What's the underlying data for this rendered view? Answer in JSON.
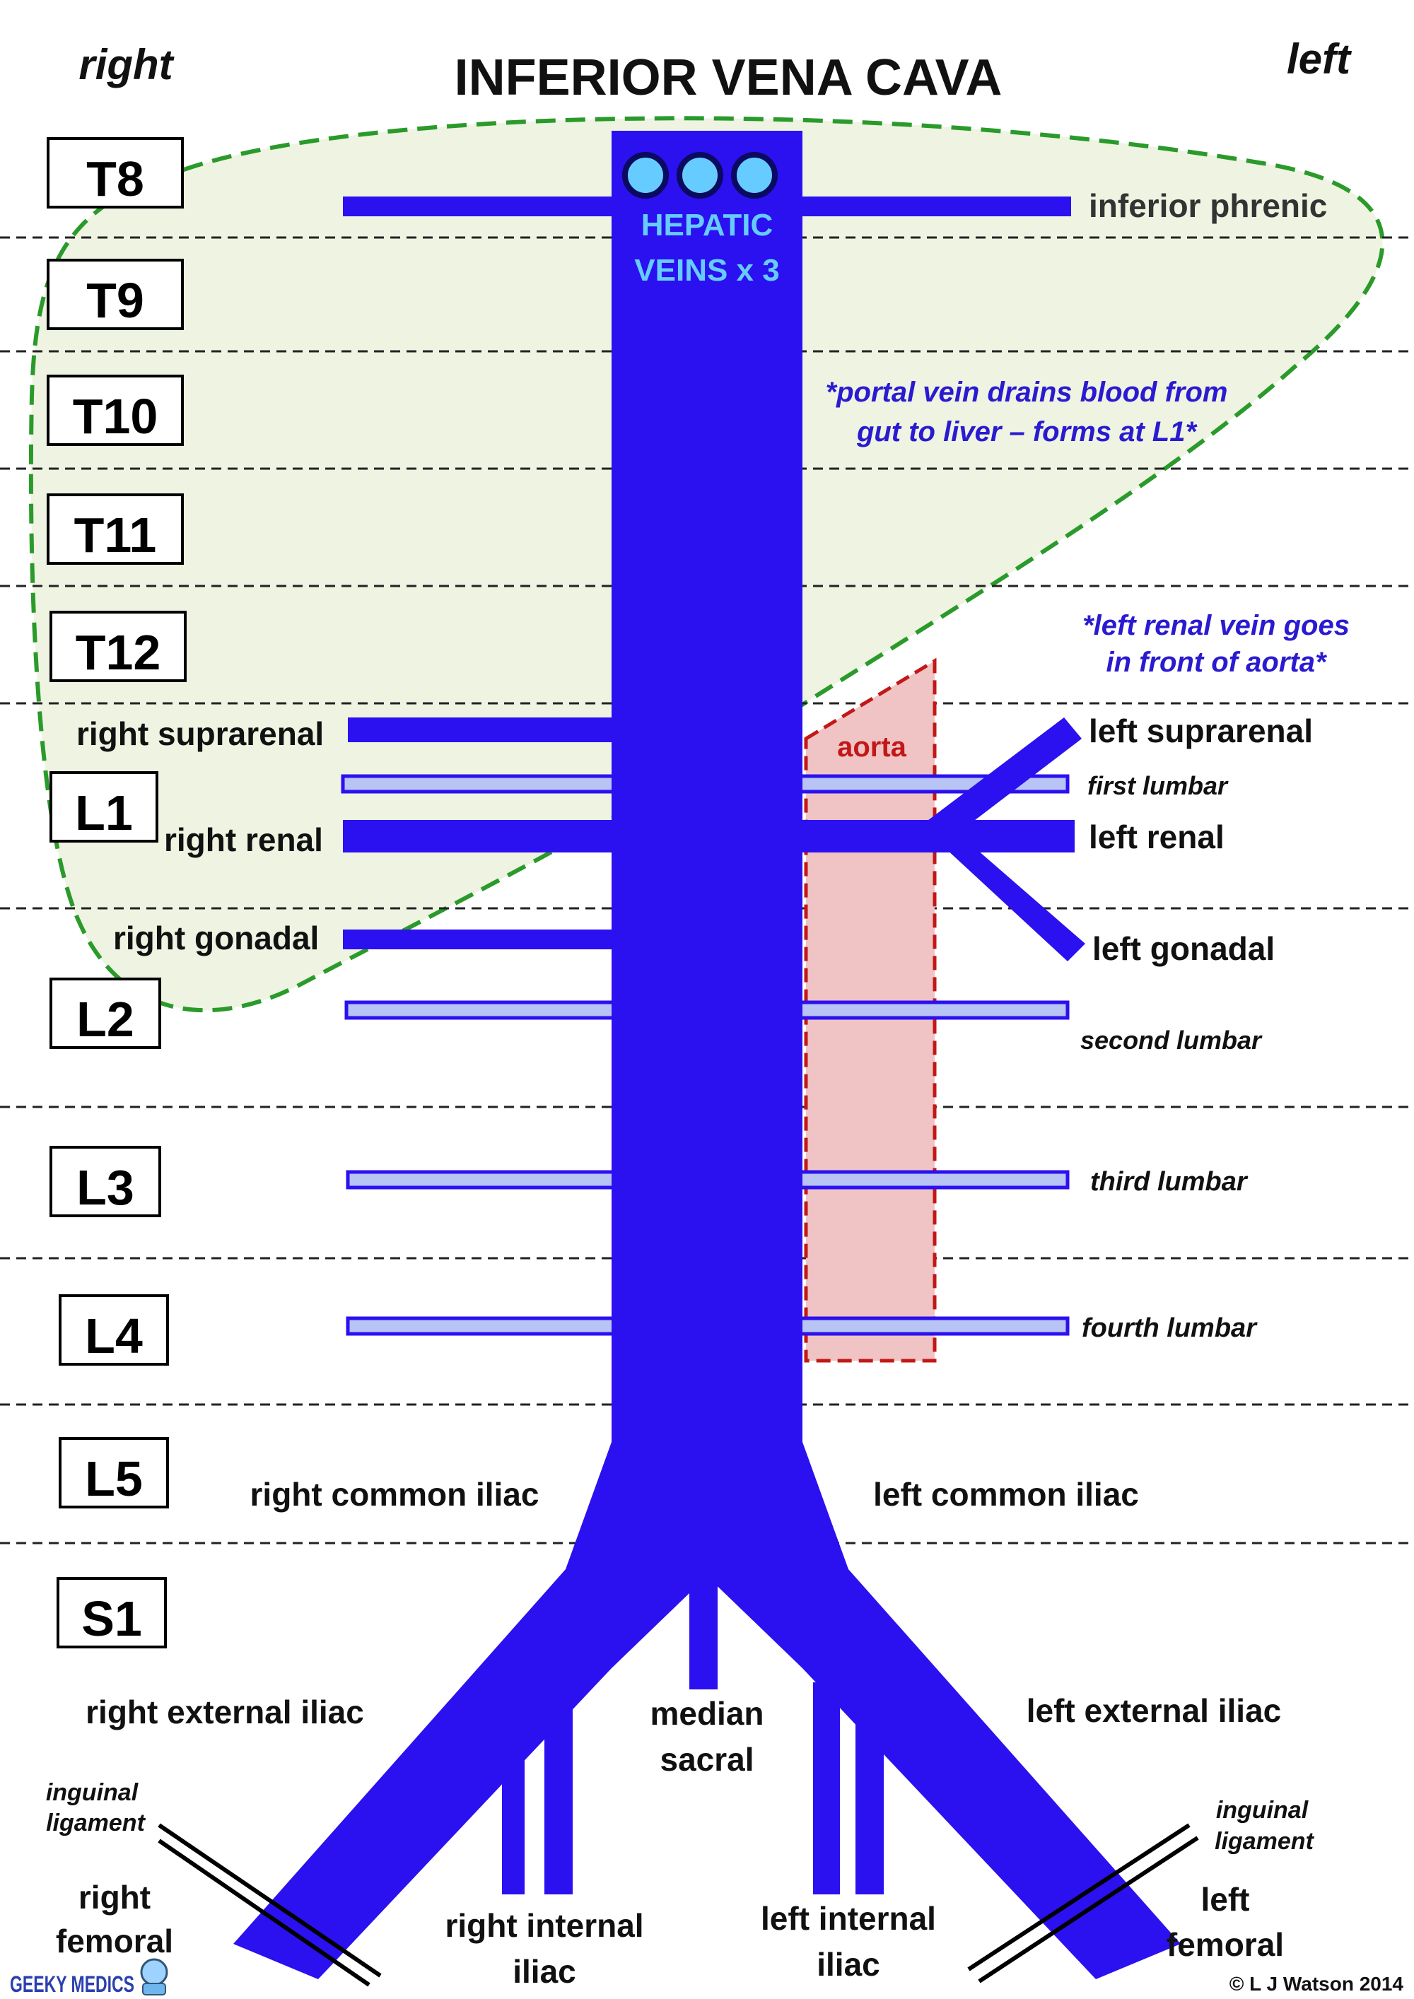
{
  "title": "INFERIOR VENA CAVA",
  "side_labels": {
    "right": "right",
    "left": "left"
  },
  "vertebrae": [
    "T8",
    "T9",
    "T10",
    "T11",
    "T12",
    "L1",
    "L2",
    "L3",
    "L4",
    "L5",
    "S1"
  ],
  "hepatic": {
    "line1": "HEPATIC",
    "line2": "VEINS x 3"
  },
  "notes": {
    "portal_line1": "*portal vein drains blood from",
    "portal_line2": "gut to liver – forms at L1*",
    "renal_line1": "*left renal vein goes",
    "renal_line2": "in front of aorta*"
  },
  "aorta_label": "aorta",
  "labels": {
    "inferior_phrenic": "inferior phrenic",
    "right_suprarenal": "right suprarenal",
    "left_suprarenal": "left suprarenal",
    "first_lumbar": "first lumbar",
    "right_renal": "right renal",
    "left_renal": "left renal",
    "right_gonadal": "right gonadal",
    "left_gonadal": "left gonadal",
    "second_lumbar": "second lumbar",
    "third_lumbar": "third lumbar",
    "fourth_lumbar": "fourth lumbar",
    "right_common_iliac": "right common iliac",
    "left_common_iliac": "left common iliac",
    "right_external_iliac": "right external iliac",
    "left_external_iliac": "left external iliac",
    "median_sacral_1": "median",
    "median_sacral_2": "sacral",
    "right_internal_iliac_1": "right internal",
    "right_internal_iliac_2": "iliac",
    "left_internal_iliac_1": "left internal",
    "left_internal_iliac_2": "iliac",
    "right_femoral_1": "right",
    "right_femoral_2": "femoral",
    "left_femoral_1": "left",
    "left_femoral_2": "femoral",
    "inguinal_left_1": "inguinal",
    "inguinal_left_2": "ligament",
    "inguinal_right_1": "inguinal",
    "inguinal_right_2": "ligament"
  },
  "branding": {
    "logo": "GEEKY MEDICS",
    "copyright": "© L J Watson 2014"
  },
  "colors": {
    "vein": "#2b10f0",
    "lumbar_fill": "#b8c4f4",
    "hepatic_circle": "#66ccff",
    "liver_fill": "#eef3e2",
    "liver_border": "#2a9a2a",
    "aorta_fill": "#f0c4c4",
    "aorta_border": "#c21818",
    "note_text": "#2a1ad0"
  }
}
